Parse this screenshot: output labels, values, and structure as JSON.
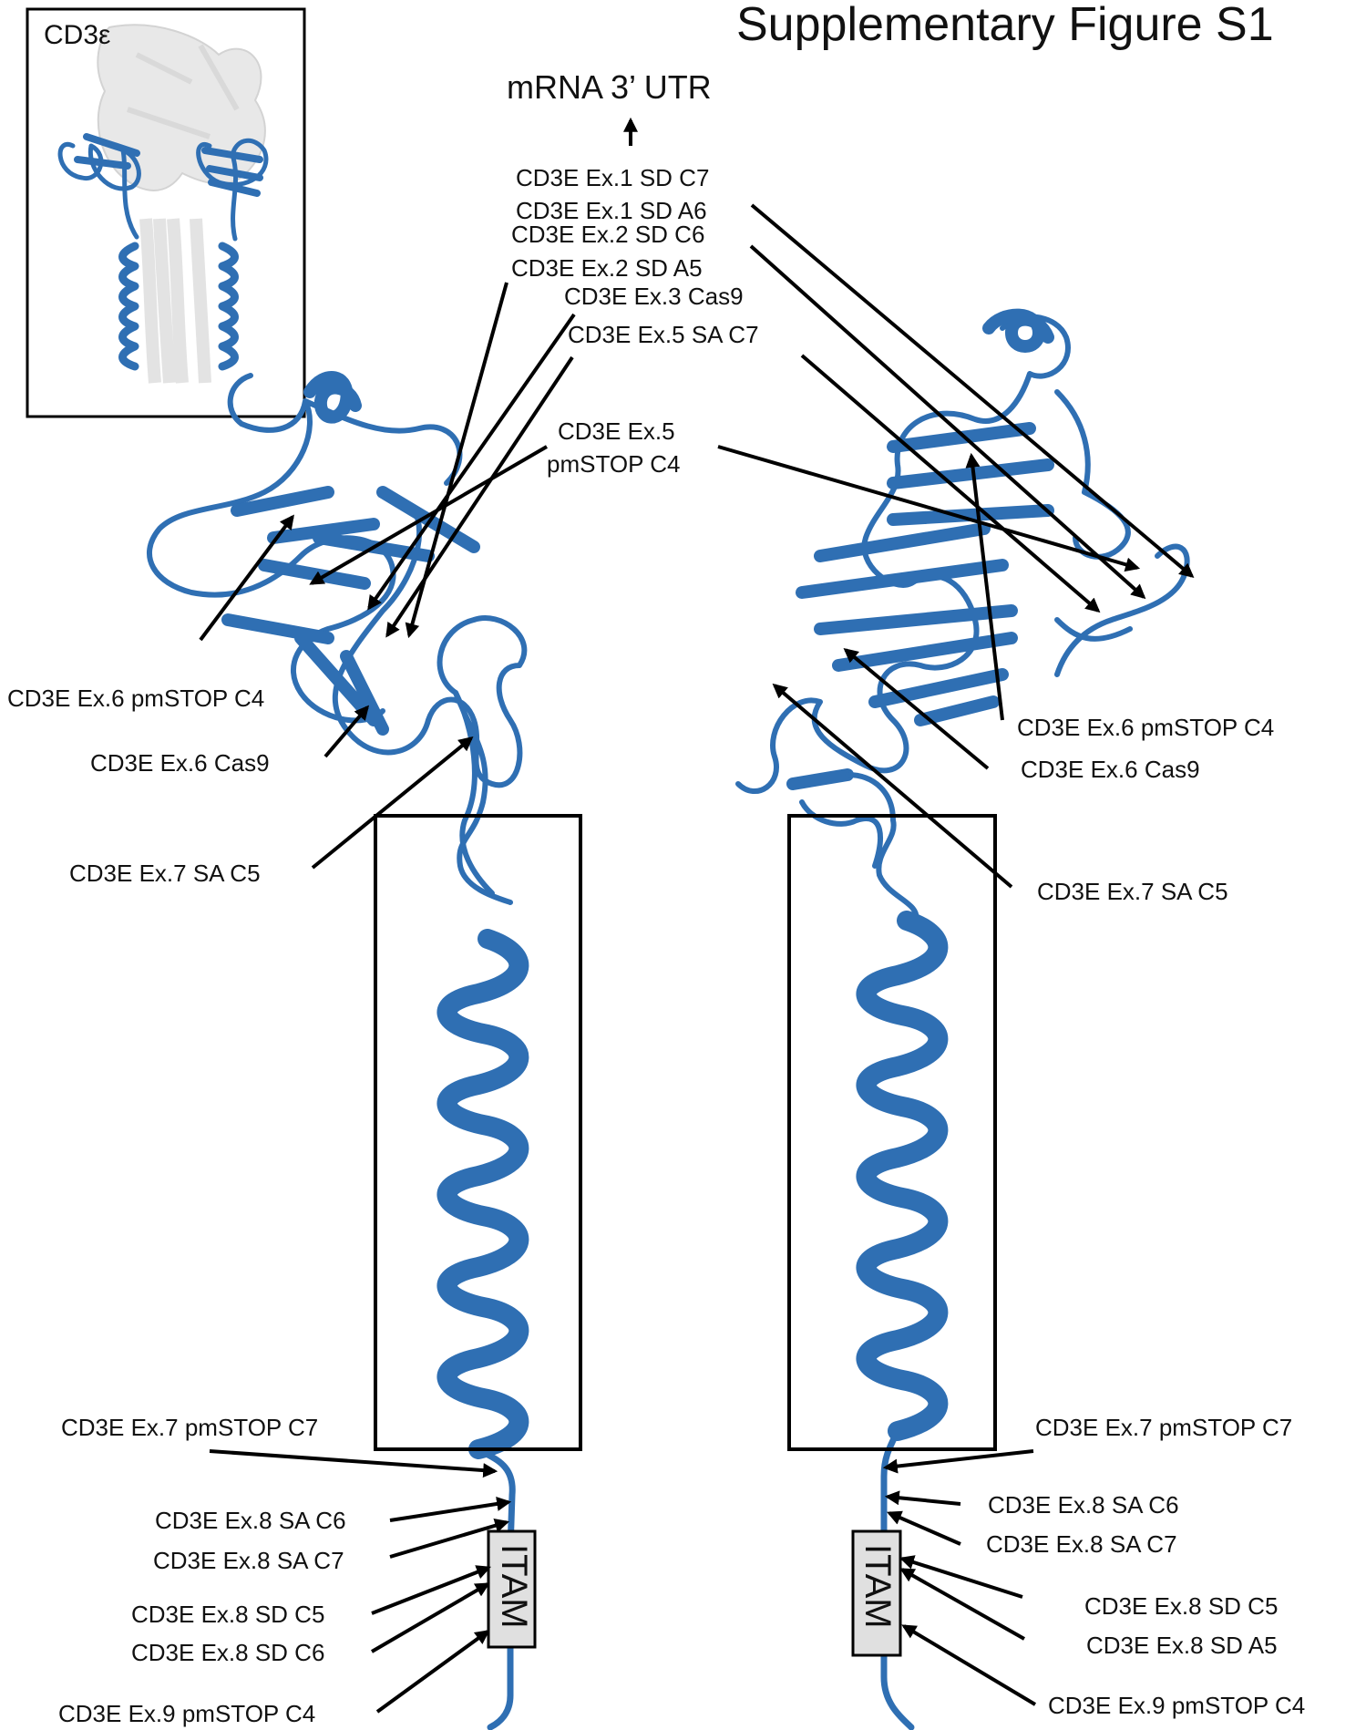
{
  "figure_title": "Supplementary Figure S1",
  "inset_label": "CD3ε",
  "top_annotation": "mRNA 3’ UTR",
  "itam_label": "ITAM",
  "colors": {
    "ribbon": "#2f6fb3",
    "ribbon_dark": "#1f5a9a",
    "ghost": "#d9d9d9",
    "itam_fill": "#e0e0e0"
  },
  "labels": {
    "top": [
      "CD3E Ex.1 SD C7",
      "CD3E Ex.1 SD A6",
      "CD3E Ex.2 SD C6",
      "CD3E Ex.2 SD A5",
      "CD3E Ex.3 Cas9",
      "CD3E Ex.5 SA C7",
      "CD3E Ex.5",
      "pmSTOP C4"
    ],
    "left": [
      "CD3E Ex.6 pmSTOP C4",
      "CD3E Ex.6 Cas9",
      "CD3E Ex.7 SA C5",
      "CD3E Ex.7 pmSTOP C7",
      "CD3E Ex.8 SA C6",
      "CD3E Ex.8 SA C7",
      "CD3E Ex.8 SD C5",
      "CD3E Ex.8 SD C6",
      "CD3E Ex.9 pmSTOP C4"
    ],
    "right": [
      "CD3E Ex.6 pmSTOP C4",
      "CD3E Ex.6 Cas9",
      "CD3E Ex.7 SA C5",
      "CD3E Ex.7 pmSTOP C7",
      "CD3E Ex.8 SA C6",
      "CD3E Ex.8 SA C7",
      "CD3E Ex.8 SD C5",
      "CD3E Ex.8 SD A5",
      "CD3E Ex.9 pmSTOP C4"
    ]
  }
}
